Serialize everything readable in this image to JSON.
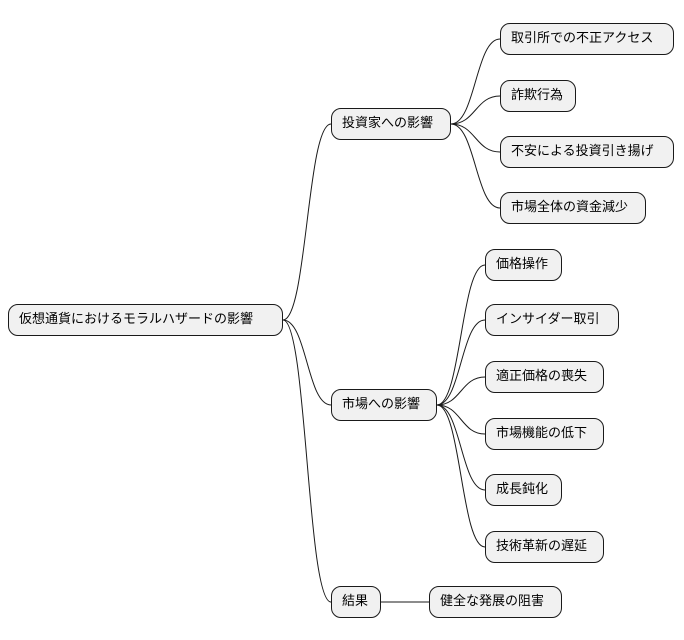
{
  "colors": {
    "node_fill": "#f1f1f1",
    "node_border": "#1a1a1a",
    "edge": "#1a1a1a",
    "background": "#ffffff"
  },
  "mindmap": {
    "root": "仮想通貨におけるモラルハザードの影響",
    "branches": [
      {
        "label": "投資家への影響",
        "children": [
          "取引所での不正アクセス",
          "詐欺行為",
          "不安による投資引き揚げ",
          "市場全体の資金減少"
        ]
      },
      {
        "label": "市場への影響",
        "children": [
          "価格操作",
          "インサイダー取引",
          "適正価格の喪失",
          "市場機能の低下",
          "成長鈍化",
          "技術革新の遅延"
        ]
      },
      {
        "label": "結果",
        "children": [
          "健全な発展の阻害"
        ]
      }
    ]
  }
}
